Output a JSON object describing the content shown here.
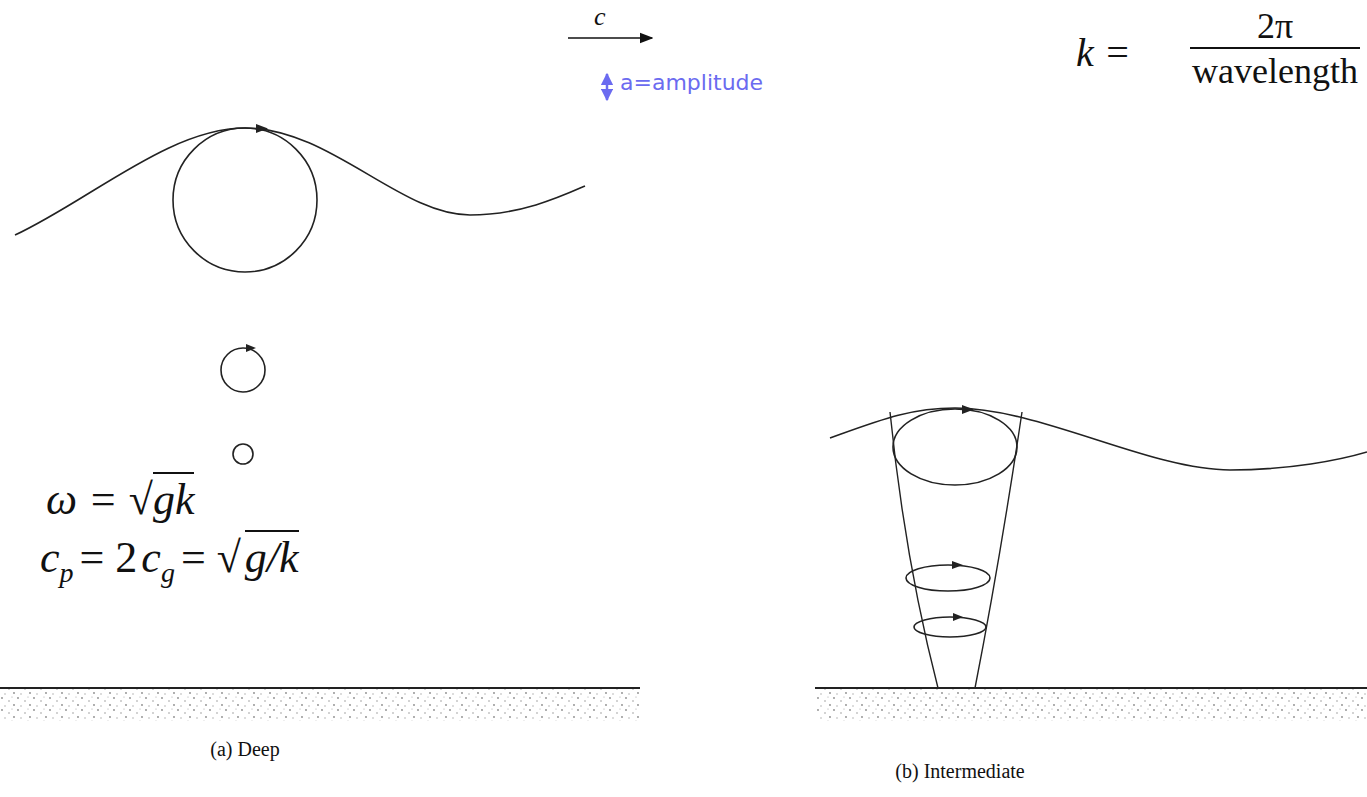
{
  "diagram": {
    "labels": [
      "c",
      "k =",
      "2π",
      "wavelength",
      "a=amplitude",
      "ω = √",
      "gk",
      "c",
      "p",
      "= 2",
      "c",
      "g",
      "= √",
      "g/k",
      "(a) Deep",
      "(b) Intermediate"
    ]
  }
}
